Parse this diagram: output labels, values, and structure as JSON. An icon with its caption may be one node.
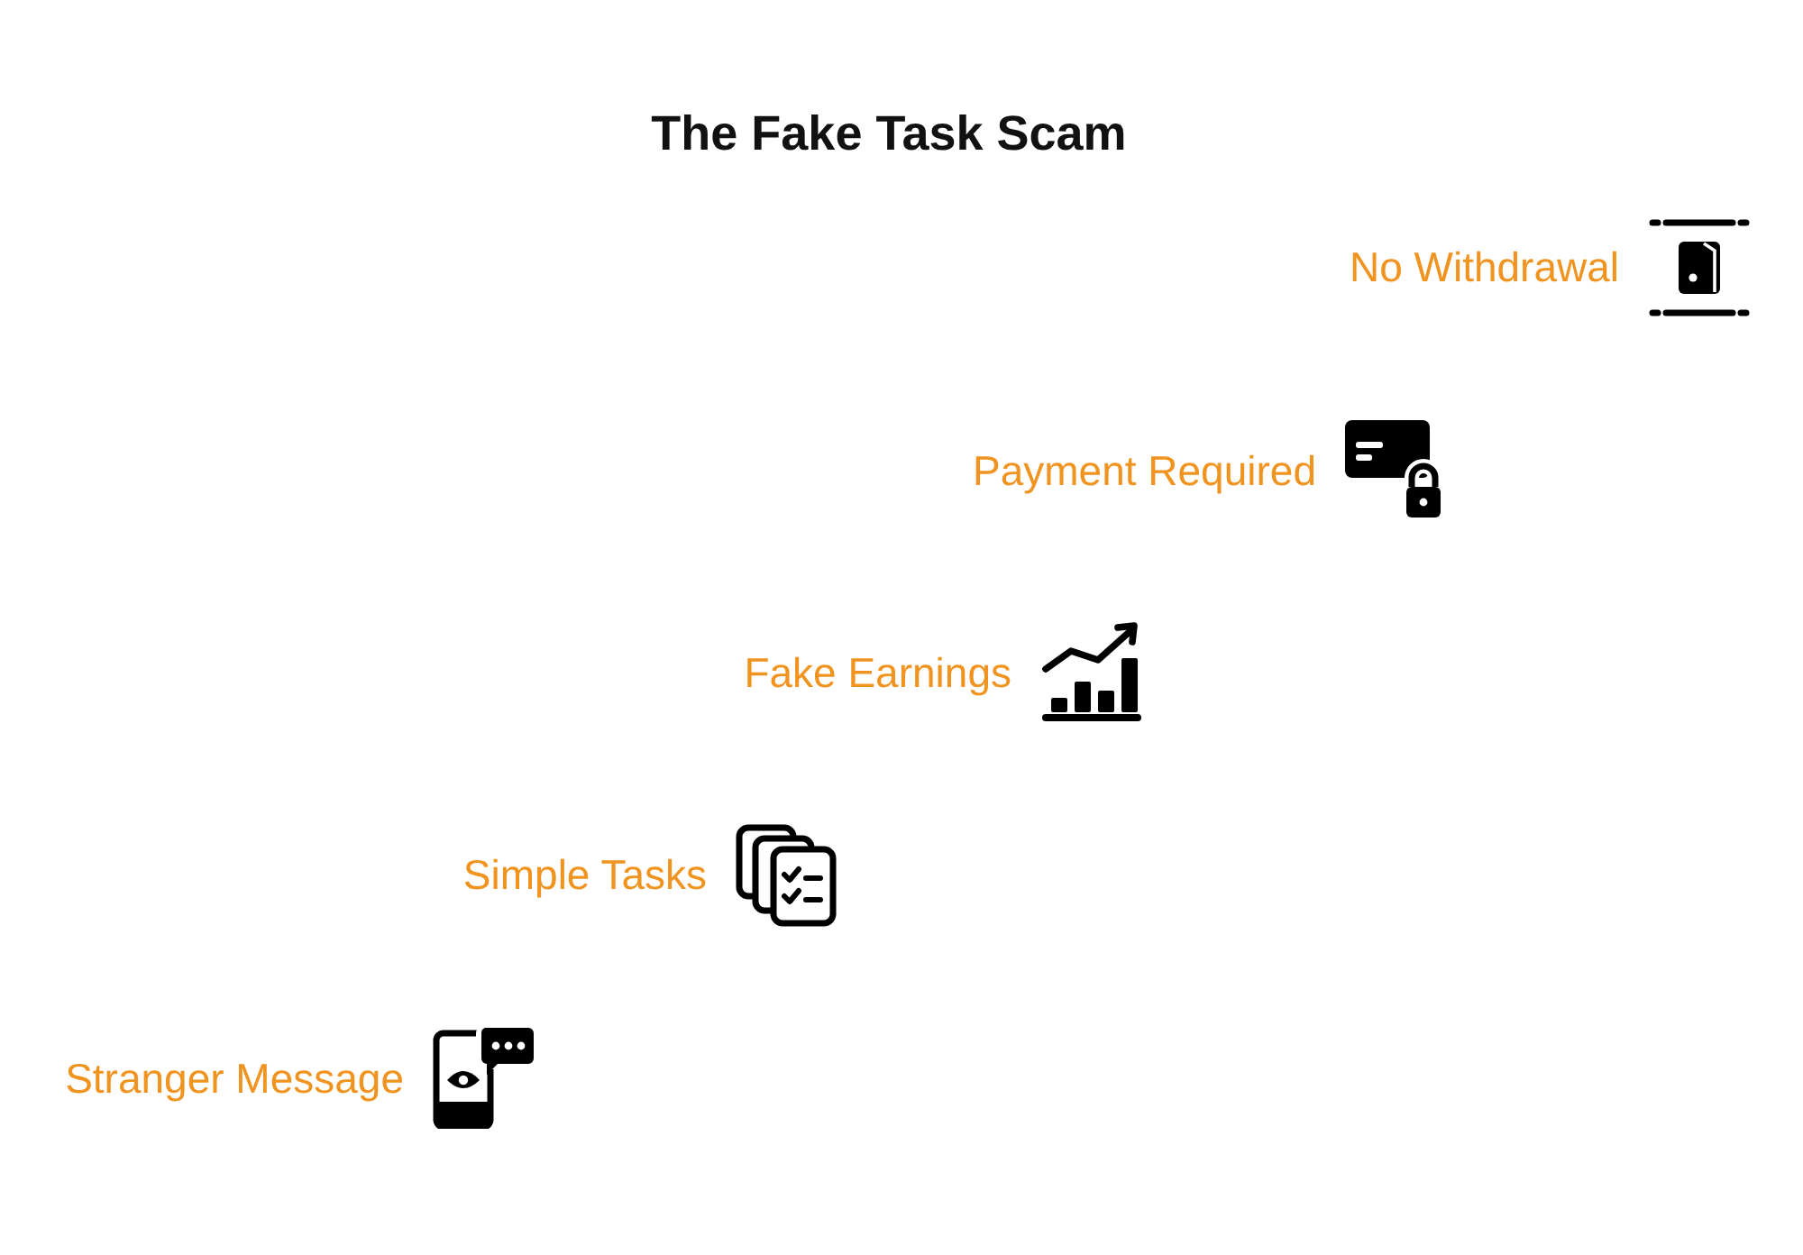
{
  "diagram": {
    "title": "The Fake Task Scam",
    "labels": [
      "No Withdrawal",
      "Payment Required",
      "Fake Earnings",
      "Simple Tasks",
      "Stranger Message"
    ]
  }
}
